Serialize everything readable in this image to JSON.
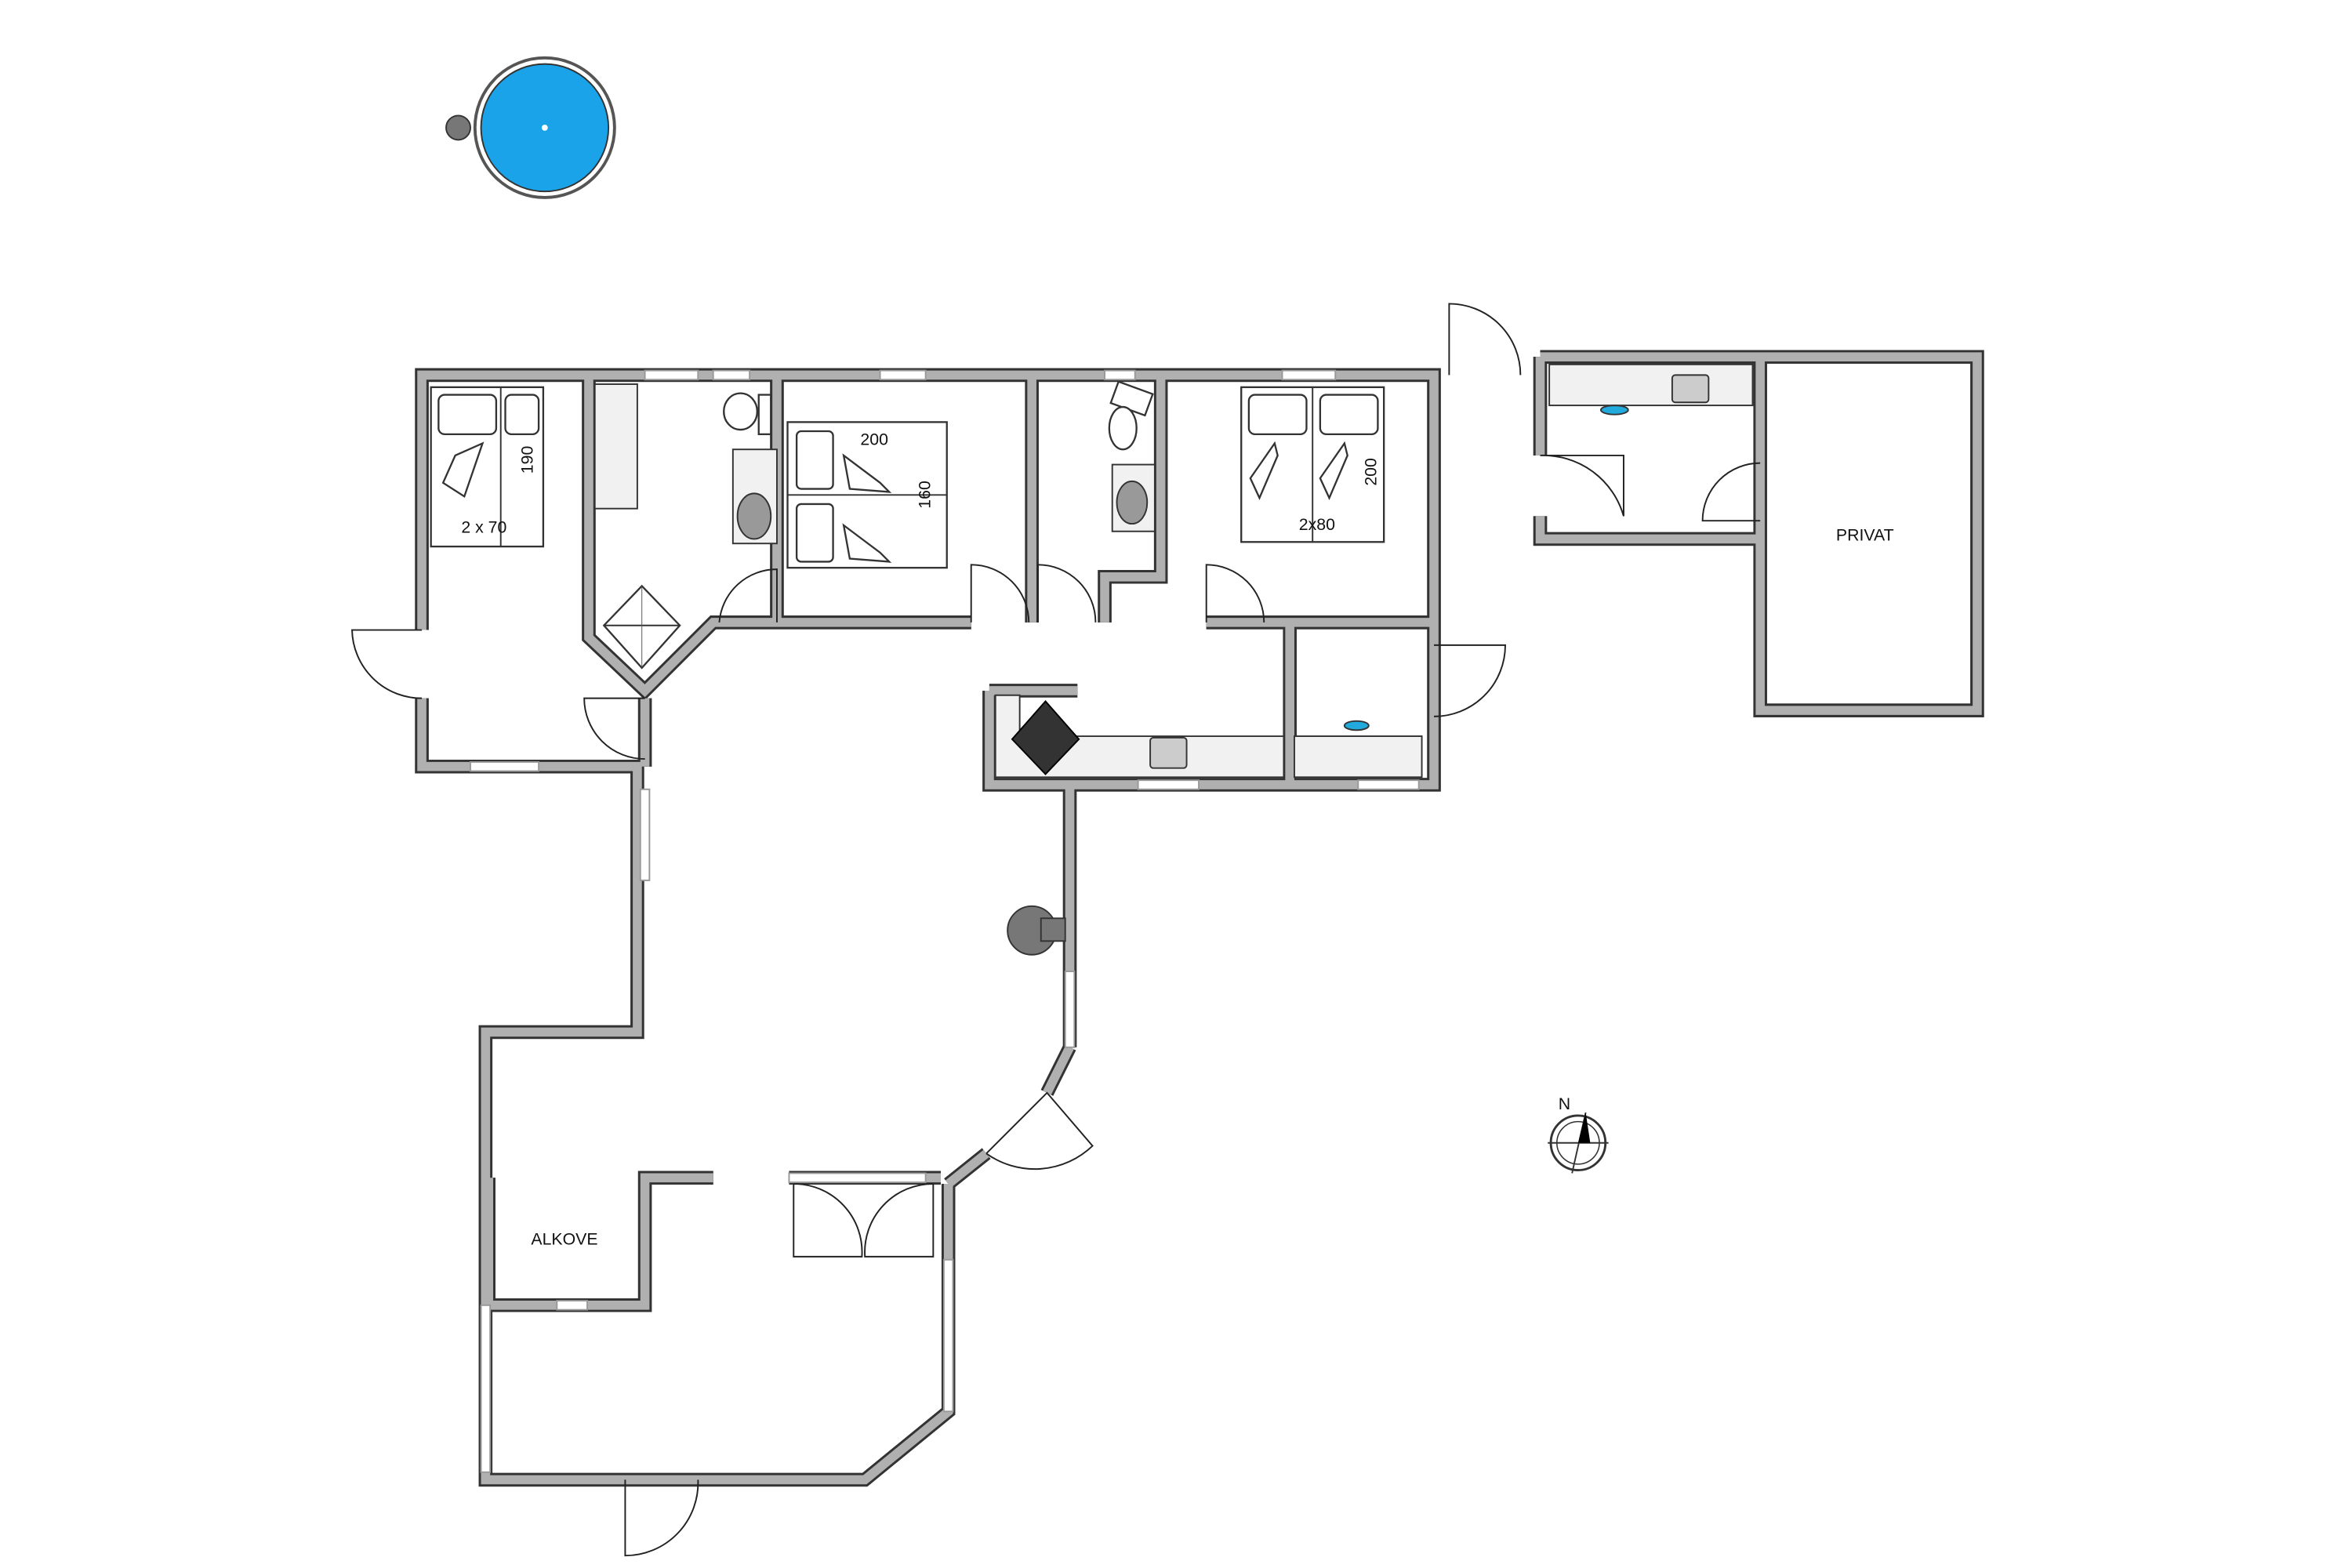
{
  "labels": {
    "bed1_size": "2 x 70",
    "bed1_length": "190",
    "bed2_length": "200",
    "bed2_width": "160",
    "bed3_size": "2x80",
    "bed3_length": "200",
    "alcove": "ALKOVE",
    "private_room": "PRIVAT",
    "compass_north": "N"
  },
  "colors": {
    "pool": "#1aa3e8",
    "wall": "#b0b0b0"
  }
}
